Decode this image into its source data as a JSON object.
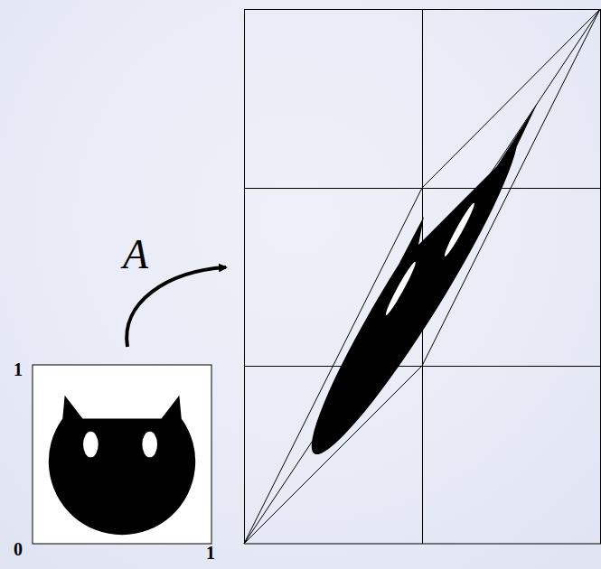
{
  "diagram": {
    "labels": [
      "A",
      "1",
      "0",
      "1"
    ]
  }
}
